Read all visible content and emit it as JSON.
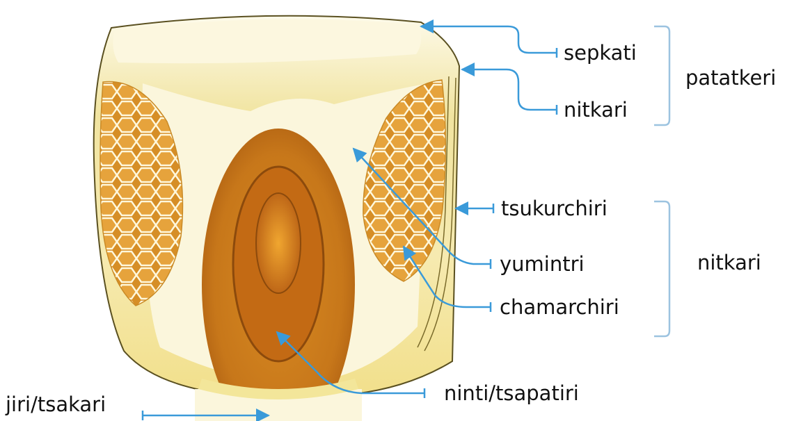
{
  "diagram": {
    "labels": {
      "sepkati": "sepkati",
      "nitkari_top": "nitkari",
      "tsukurchiri": "tsukurchiri",
      "yumintri": "yumintri",
      "chamarchiri": "chamarchiri",
      "ninti_tsapatiri": "ninti/tsapatiri",
      "jiri_tsakari": "jiri/tsakari"
    },
    "groups": {
      "patatkeri": "patatkeri",
      "nitkari": "nitkari"
    },
    "colors": {
      "arrow": "#3a9ad9",
      "bracket": "#9cc3e0",
      "seed_coat": "#f3e69a",
      "endosperm_pale": "#fbf6dc",
      "cells": "#d9952c",
      "embryo": "#d98a20"
    }
  }
}
